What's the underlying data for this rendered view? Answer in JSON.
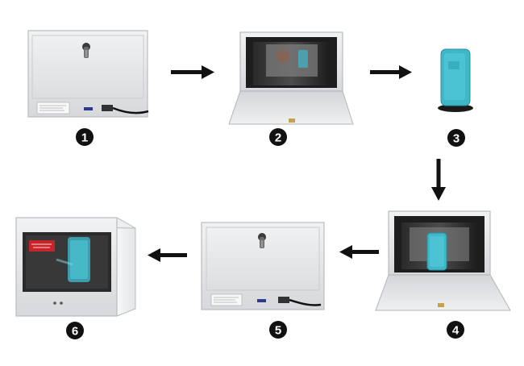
{
  "steps": [
    {
      "number": "1",
      "depicts": "closed-box-with-lock"
    },
    {
      "number": "2",
      "depicts": "open-box-with-screen"
    },
    {
      "number": "3",
      "depicts": "phone-on-stand"
    },
    {
      "number": "4",
      "depicts": "open-box-with-phone-inside"
    },
    {
      "number": "5",
      "depicts": "closed-box-with-lock"
    },
    {
      "number": "6",
      "depicts": "transparent-display-showcase"
    }
  ],
  "colors": {
    "background": "#ffffff",
    "box_metal": "#e4e5e7",
    "box_edge": "#b9bcc0",
    "arrow": "#111111",
    "badge": "#111111",
    "phone": "#3fb7c9",
    "screen_frame": "#1a1a1a"
  }
}
